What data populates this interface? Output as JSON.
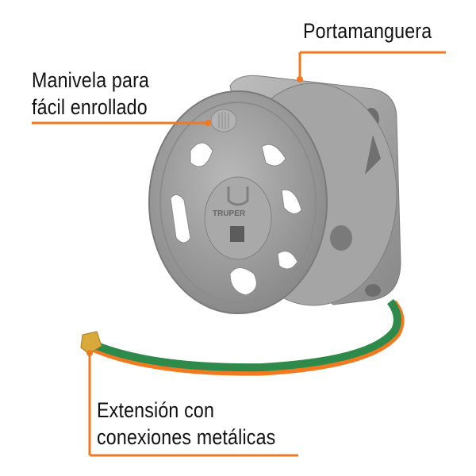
{
  "callouts": {
    "holder": "Portamanguera",
    "crank_line1": "Manivela para",
    "crank_line2": "fácil enrollado",
    "hose_line1": "Extensión con",
    "hose_line2": "conexiones metálicas"
  },
  "product": {
    "brand_logo_text": "TRUPER"
  },
  "colors": {
    "accent": "#f07a22",
    "reel_gray": "#9a9a9a",
    "hose_green": "#2e8a4a",
    "fitting_brass": "#d9a93a"
  }
}
